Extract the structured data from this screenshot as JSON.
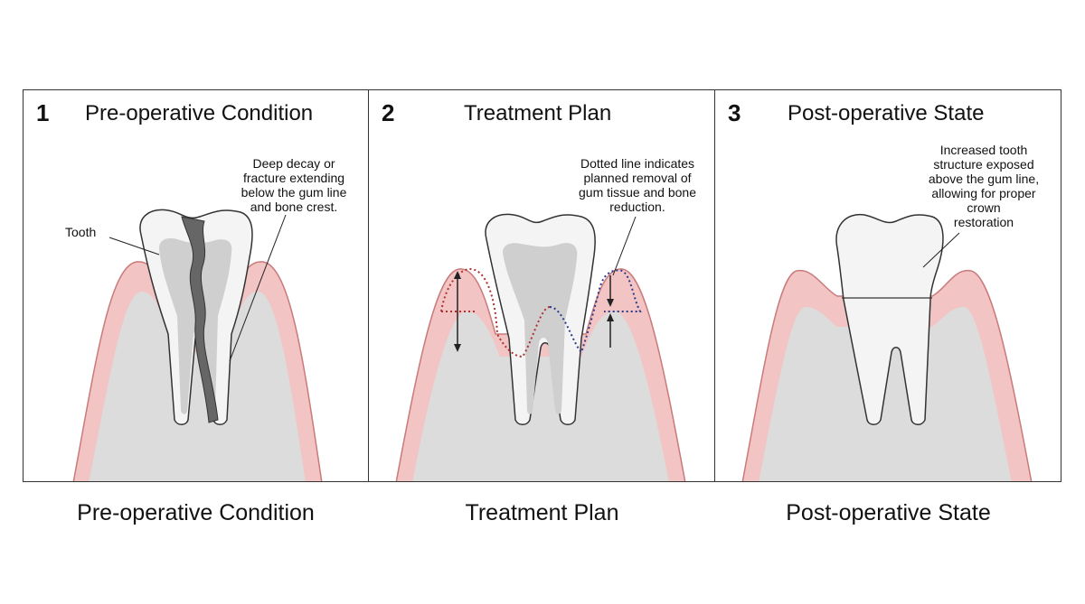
{
  "panels": [
    {
      "number": "1",
      "title": "Pre-operative Condition",
      "annotations": {
        "decay": "Deep decay or\nfracture extending\nbelow the gum line\nand bone crest.",
        "tooth": "Tooth"
      }
    },
    {
      "number": "2",
      "title": "Treatment Plan",
      "annotations": {
        "plan": "Dotted line indicates\nplanned removal of\ngum tissue and bone\nreduction."
      }
    },
    {
      "number": "3",
      "title": "Post-operative State",
      "annotations": {
        "result": "Increased tooth\nstructure exposed\nabove the gum line,\nallowing for proper\ncrown\nrestoration"
      }
    }
  ],
  "captions": [
    "Pre-operative Condition",
    "Treatment Plan",
    "Post-operative State"
  ],
  "colors": {
    "gum": "#f2c4c4",
    "gum_stroke": "#c97a7a",
    "bone": "#dcdcdc",
    "tooth": "#f4f4f4",
    "pulp": "#cfcfcf",
    "crack": "#666666",
    "red_dots": "#b03030",
    "blue_dots": "#2a3a8a"
  }
}
